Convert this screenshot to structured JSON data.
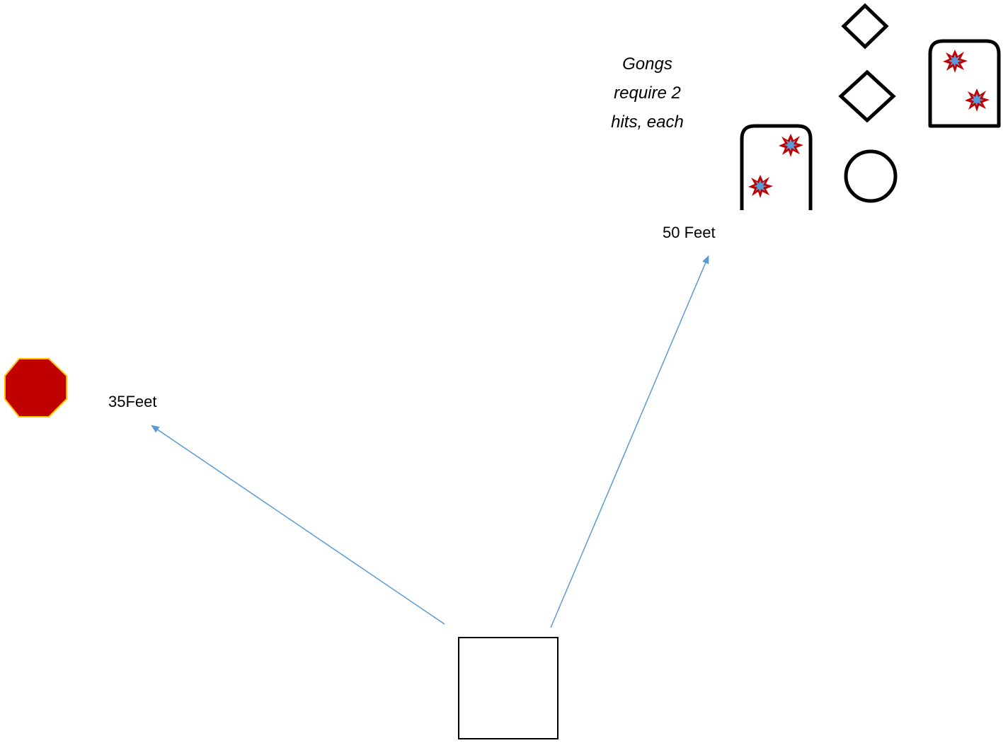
{
  "labels": {
    "distance_near": "35Feet",
    "distance_far": "50 Feet"
  },
  "note": {
    "lines": [
      "Gongs",
      "require 2",
      "hits, each"
    ]
  },
  "colors": {
    "arrow": "#5B9BD5",
    "stop_plate_fill": "#C00000",
    "stop_plate_outline": "#FFC000",
    "burst_outer": "#C00000",
    "burst_inner": "#5B9BD5",
    "outline": "#000000"
  },
  "icons": {
    "stop_plate": "octagon-stop-icon",
    "gong": "gong-icon",
    "burst": "hit-burst-icon",
    "diamond": "diamond-icon",
    "circle": "circle-icon",
    "shooting_box": "square-icon"
  }
}
